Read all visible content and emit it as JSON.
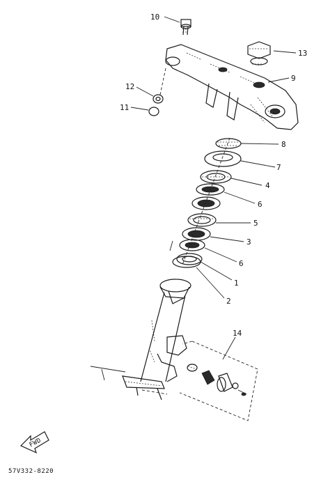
{
  "labels": {
    "p10": "10",
    "p13": "13",
    "p9": "9",
    "p12": "12",
    "p11": "11",
    "p8": "8",
    "p7": "7",
    "p4": "4",
    "p6a": "6",
    "p5": "5",
    "p3": "3",
    "p6b": "6",
    "p1": "1",
    "p2": "2",
    "p14": "14"
  },
  "fwd_arrow_text": "FWD",
  "drawing_code": "57V332-8220"
}
